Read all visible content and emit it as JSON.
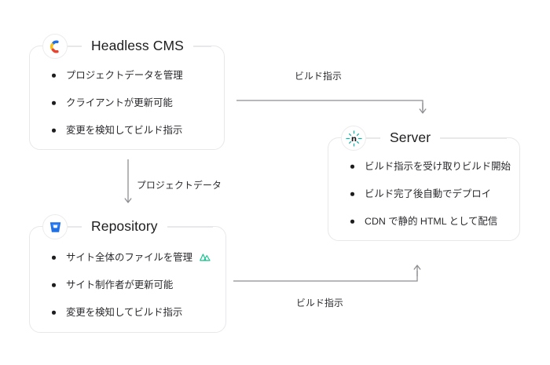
{
  "diagram": {
    "title": "Headless CMS / Repository / Server build flow",
    "background": "#ffffff",
    "line_color": "#8e8e93",
    "border_color": "#e8e8ea",
    "text_color": "#1d1d1f"
  },
  "nodes": [
    {
      "id": "cms",
      "title": "Headless CMS",
      "icon": "contentful-icon",
      "icon_colors": {
        "blue": "#1f6fe5",
        "yellow": "#f7c11e",
        "red": "#e8432f"
      },
      "items": [
        {
          "text": "プロジェクトデータを管理"
        },
        {
          "text": "クライアントが更新可能"
        },
        {
          "text": "変更を検知してビルド指示"
        }
      ]
    },
    {
      "id": "repository",
      "title": "Repository",
      "icon": "bitbucket-icon",
      "icon_colors": {
        "primary": "#1f6fe5",
        "secondary": "#2f86ff"
      },
      "items": [
        {
          "text": "サイト全体のファイルを管理",
          "trailing_icon": "mountains-icon",
          "trailing_icon_color": "#14c38e"
        },
        {
          "text": "サイト制作者が更新可能"
        },
        {
          "text": "変更を検知してビルド指示"
        }
      ]
    },
    {
      "id": "server",
      "title": "Server",
      "icon": "netlify-icon",
      "icon_colors": {
        "primary": "#0fb5ab",
        "glyph": "#1d1d1f"
      },
      "items": [
        {
          "text": "ビルド指示を受け取りビルド開始"
        },
        {
          "text": "ビルド完了後自動でデプロイ"
        },
        {
          "text": "CDN で静的 HTML として配信"
        }
      ]
    }
  ],
  "edges": [
    {
      "id": "cms-to-server",
      "label": "ビルド指示",
      "from": "cms",
      "to": "server"
    },
    {
      "id": "cms-to-repo",
      "label": "プロジェクトデータ",
      "from": "cms",
      "to": "repository"
    },
    {
      "id": "repo-to-server",
      "label": "ビルド指示",
      "from": "repository",
      "to": "server"
    }
  ]
}
